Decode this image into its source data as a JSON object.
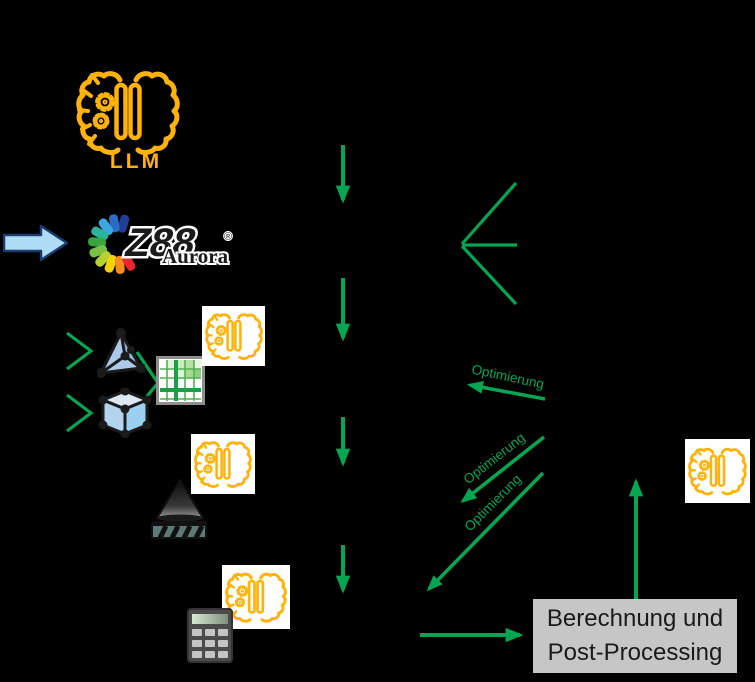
{
  "colors": {
    "background": "#000000",
    "accent_green": "#05A651",
    "brand_orange": "#FFB30A",
    "process_box_bg": "#C6C6C6",
    "input_arrow_fill": "#AEDCF5",
    "input_arrow_stroke": "#1D3A6E"
  },
  "llm": {
    "label": "LLM"
  },
  "z88_logo": {
    "z88_text": "Z88",
    "aurora_text": "Aurora",
    "registered_mark": "®"
  },
  "labels": {
    "optimierung": "Optimierung"
  },
  "process_box": {
    "line1": "Berechnung und",
    "line2": "Post-Processing"
  },
  "icons": {
    "llm_brain": "brain-with-gears-icon",
    "input_arrow": "blue-input-arrow-icon",
    "z88_aurora_fan": "z88-aurora-rainbow-fan-icon",
    "tetrahedron_element": "tetrahedron-element-icon",
    "hexahedron_element": "hexahedron-element-icon",
    "mesh_table": "mesh-table-icon",
    "boundary_condition": "cone-on-hatched-support-icon",
    "calculator": "calculator-icon",
    "ai_brain_small": "brain-with-gears-icon"
  }
}
